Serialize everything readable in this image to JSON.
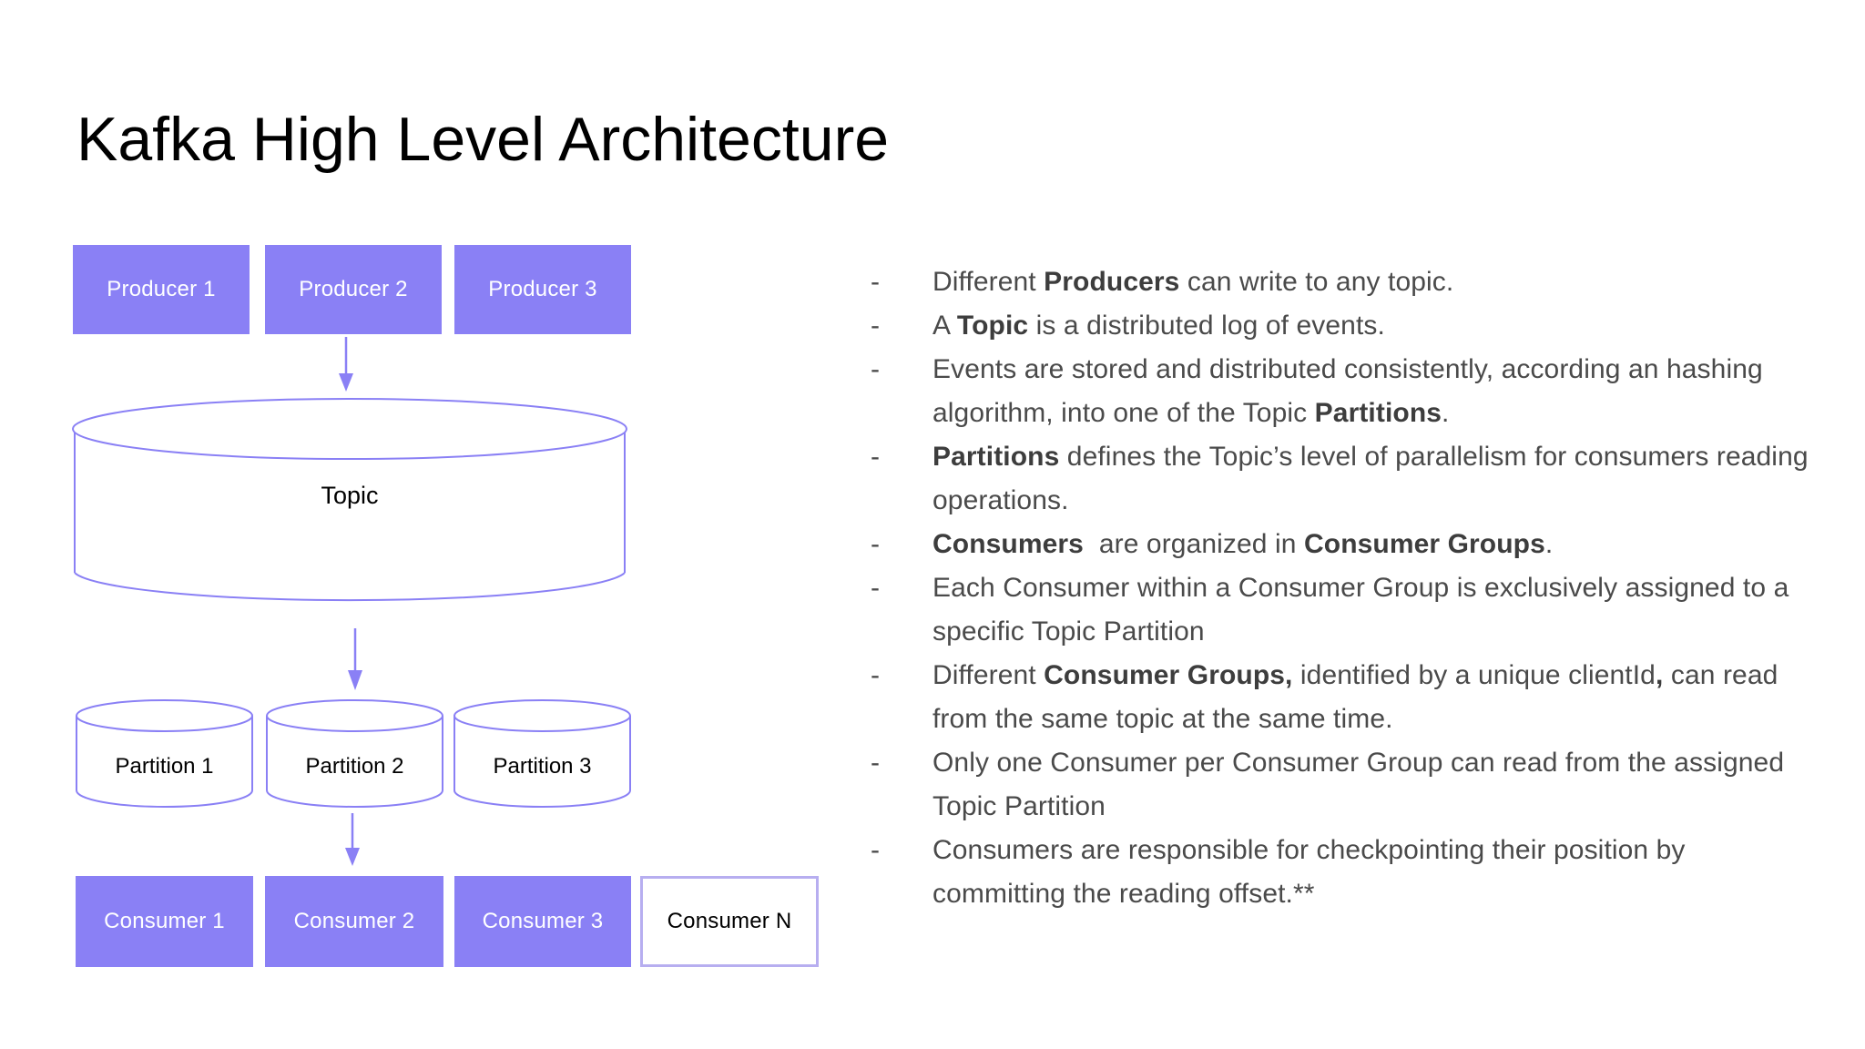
{
  "slide": {
    "title": "Kafka High Level Architecture",
    "background_color": "#ffffff"
  },
  "colors": {
    "accent_fill": "#8A80F5",
    "accent_outline": "#b7aef0",
    "text_body": "#4a4a4a",
    "text_dark": "#000000",
    "text_on_accent": "#ffffff"
  },
  "diagram": {
    "producers": [
      {
        "label": "Producer 1",
        "style": "filled"
      },
      {
        "label": "Producer 2",
        "style": "filled"
      },
      {
        "label": "Producer 3",
        "style": "filled"
      }
    ],
    "topic": {
      "label": "Topic",
      "shape": "cylinder"
    },
    "partitions": [
      {
        "label": "Partition 1",
        "shape": "cylinder"
      },
      {
        "label": "Partition 2",
        "shape": "cylinder"
      },
      {
        "label": "Partition 3",
        "shape": "cylinder"
      }
    ],
    "consumers": [
      {
        "label": "Consumer 1",
        "style": "filled"
      },
      {
        "label": "Consumer 2",
        "style": "filled"
      },
      {
        "label": "Consumer 3",
        "style": "filled"
      },
      {
        "label": "Consumer N",
        "style": "outlined"
      }
    ],
    "arrows": [
      {
        "name": "producers-to-topic",
        "direction": "down"
      },
      {
        "name": "topic-to-partitions",
        "direction": "down"
      },
      {
        "name": "partitions-to-consumers",
        "direction": "down"
      }
    ]
  },
  "bullets": {
    "marker": "-",
    "items": [
      {
        "html": "Different <b>Producers</b> can write to any topic."
      },
      {
        "html": "A <b>Topic</b> is a distributed log of events."
      },
      {
        "html": "Events are stored and distributed consistently, according an hashing algorithm, into one of the Topic <b>Partitions</b>."
      },
      {
        "html": "<b>Partitions</b> defines the Topic’s level of parallelism for consumers reading operations."
      },
      {
        "html": "<b>Consumers</b>&nbsp; are organized in <b>Consumer Groups</b>."
      },
      {
        "html": "Each Consumer within a Consumer Group is exclusively assigned to a specific Topic Partition"
      },
      {
        "html": "Different <b>Consumer Groups<b>,</b></b> identified by a unique clientId<b>,</b> can read from the same topic at the same time."
      },
      {
        "html": "Only one Consumer per Consumer Group can read from the assigned Topic Partition"
      },
      {
        "html": "Consumers are responsible for checkpointing their position by committing the reading offset.**"
      }
    ]
  }
}
